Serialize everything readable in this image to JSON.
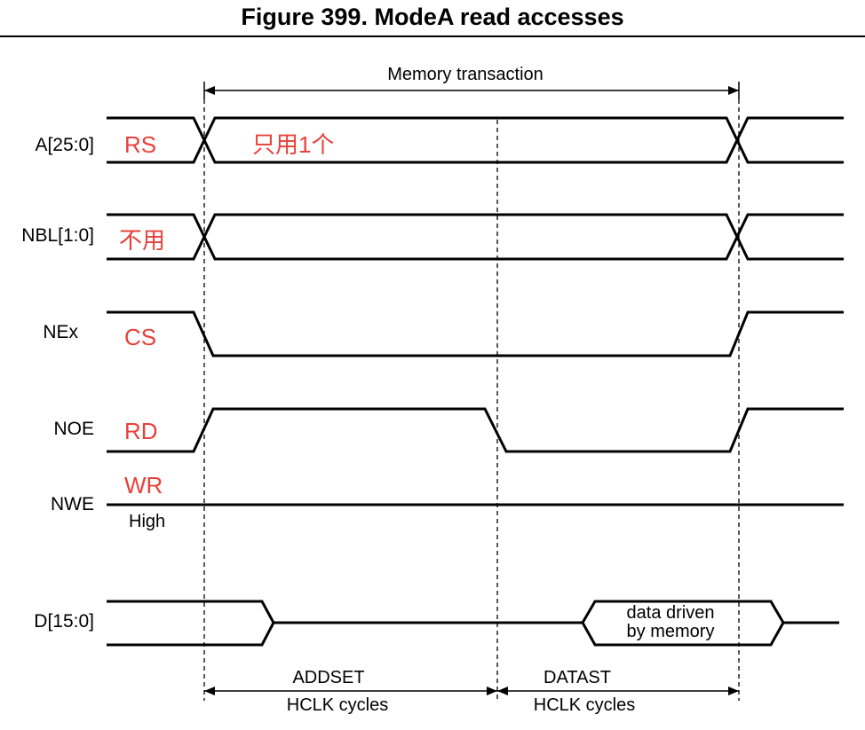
{
  "figure": {
    "title": "Figure 399. ModeA read accesses"
  },
  "top_span": {
    "label": "Memory transaction"
  },
  "signals": [
    {
      "id": "addr",
      "name": "A[25:0]",
      "note": "RS",
      "note2": "只用1个"
    },
    {
      "id": "nbl",
      "name": "NBL[1:0]",
      "note": "不用"
    },
    {
      "id": "nex",
      "name": "NEx",
      "note": "CS"
    },
    {
      "id": "noe",
      "name": "NOE",
      "note": "RD"
    },
    {
      "id": "nwe",
      "name": "NWE",
      "note": "WR",
      "level": "High"
    },
    {
      "id": "data",
      "name": "D[15:0]",
      "bus_text": [
        "data driven",
        "by memory"
      ]
    }
  ],
  "phases": [
    {
      "name": "ADDSET",
      "unit": "HCLK cycles"
    },
    {
      "name": "DATAST",
      "unit": "HCLK cycles"
    }
  ],
  "colors": {
    "annotation": "#e8403a",
    "lines": "#000000"
  }
}
